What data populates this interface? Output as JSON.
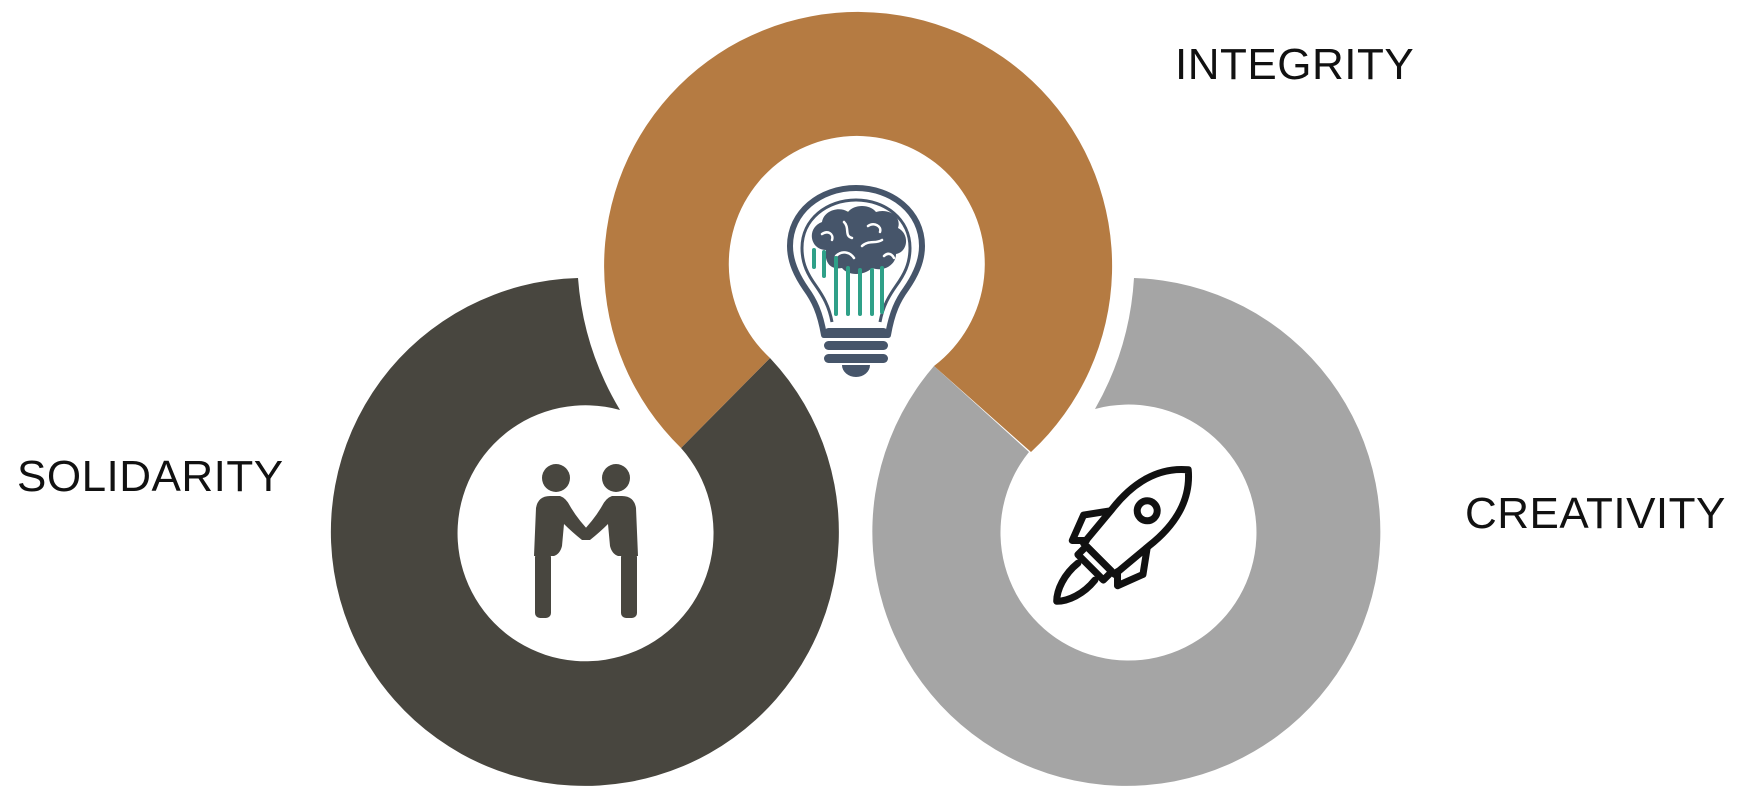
{
  "values": {
    "integrity": {
      "label": "INTEGRITY",
      "icon": "lightbulb-brain-icon"
    },
    "solidarity": {
      "label": "SOLIDARITY",
      "icon": "handshake-people-icon"
    },
    "creativity": {
      "label": "CREATIVITY",
      "icon": "rocket-icon"
    }
  },
  "colors": {
    "integrity": "#B57B42",
    "solidarity": "#48463F",
    "creativity": "#A5A5A5",
    "label_text": "#111111",
    "bulb_outline": "#46556A",
    "bulb_filaments": "#2FA088",
    "brain_highlight": "#9DBB5A"
  }
}
